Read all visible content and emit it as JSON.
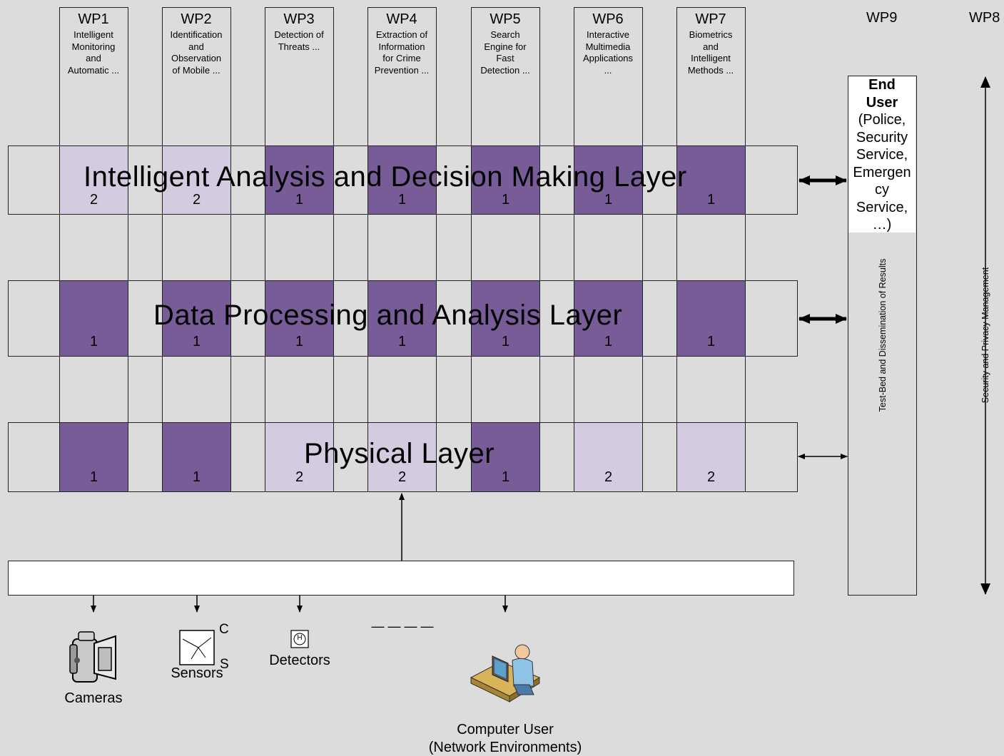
{
  "work_packages": [
    {
      "id": "WP1",
      "desc": [
        "Intelligent",
        "Monitoring",
        "and",
        "Automatic ..."
      ]
    },
    {
      "id": "WP2",
      "desc": [
        "Identification",
        "and",
        "Observation",
        "of Mobile ..."
      ]
    },
    {
      "id": "WP3",
      "desc": [
        "Detection of",
        "Threats ..."
      ]
    },
    {
      "id": "WP4",
      "desc": [
        "Extraction of",
        "Information",
        "for Crime",
        "Prevention ..."
      ]
    },
    {
      "id": "WP5",
      "desc": [
        "Search",
        "Engine for",
        "Fast",
        "Detection ..."
      ]
    },
    {
      "id": "WP6",
      "desc": [
        "Interactive",
        "Multimedia",
        "Applications",
        "..."
      ]
    },
    {
      "id": "WP7",
      "desc": [
        "Biometrics",
        "and",
        "Intelligent",
        "Methods ..."
      ]
    }
  ],
  "wp9_label": "WP9",
  "wp8_label": "WP8",
  "layers": [
    {
      "name": "Intelligent  Analysis  and  Decision  Making  Layer",
      "levels": [
        2,
        2,
        1,
        1,
        1,
        1,
        1
      ]
    },
    {
      "name": "Data  Processing  and  Analysis  Layer",
      "levels": [
        1,
        1,
        1,
        1,
        1,
        1,
        1
      ]
    },
    {
      "name": "Physical  Layer",
      "levels": [
        1,
        1,
        2,
        2,
        1,
        2,
        2
      ]
    }
  ],
  "end_user": {
    "title_1": "End",
    "title_2": "User",
    "lines": [
      "(Police,",
      "Security",
      "Service,",
      "Emergen",
      "cy",
      "Service,",
      "…)"
    ]
  },
  "testbed_label": "Test-Bed and Dissemination of Results",
  "security_label": "Security and Privacy Management",
  "devices": {
    "cameras": "Cameras",
    "sensors": "Sensors",
    "sensor_c": "C",
    "sensor_s": "S",
    "detector_h": "H",
    "detectors": "Detectors",
    "ellipsis": "— — — —",
    "computer_user_1": "Computer User",
    "computer_user_2": "(Network Environments)"
  },
  "colors": {
    "level_1": "#775c97",
    "level_2": "#d4cbe0",
    "background": "#dcdcdc"
  }
}
